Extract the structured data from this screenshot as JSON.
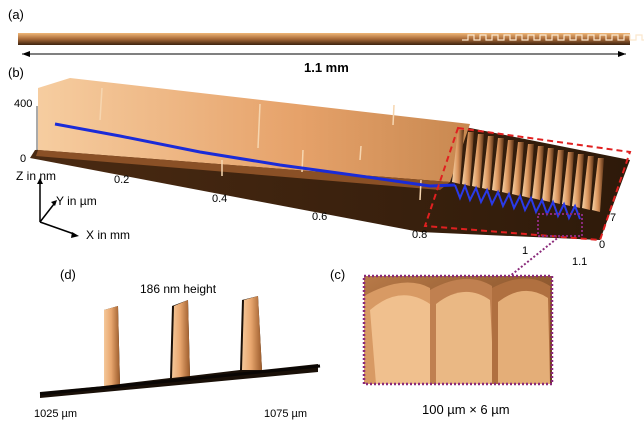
{
  "panels": {
    "a": {
      "label": "(a)",
      "scale_bar": "1.1 mm"
    },
    "b": {
      "label": "(b)",
      "z_ticks": [
        "400",
        "0"
      ],
      "x_ticks": [
        "0.2",
        "0.4",
        "0.6",
        "0.8",
        "1",
        "1.1"
      ],
      "y_ticks": [
        "7",
        "0"
      ],
      "axes": {
        "z": "Z in nm",
        "y": "Y in µm",
        "x": "X in mm"
      }
    },
    "c": {
      "label": "(c)",
      "dims": "100 µm × 6 µm"
    },
    "d": {
      "label": "(d)",
      "title": "186 nm height",
      "x_left": "1025 µm",
      "x_right": "1075 µm"
    }
  },
  "colors": {
    "surface_light": "#f5c89a",
    "surface_dark": "#3a2210",
    "profile_line": "#1a2bd8",
    "highlight_box": "#e02020",
    "zoom_box": "#8a2a7a"
  }
}
